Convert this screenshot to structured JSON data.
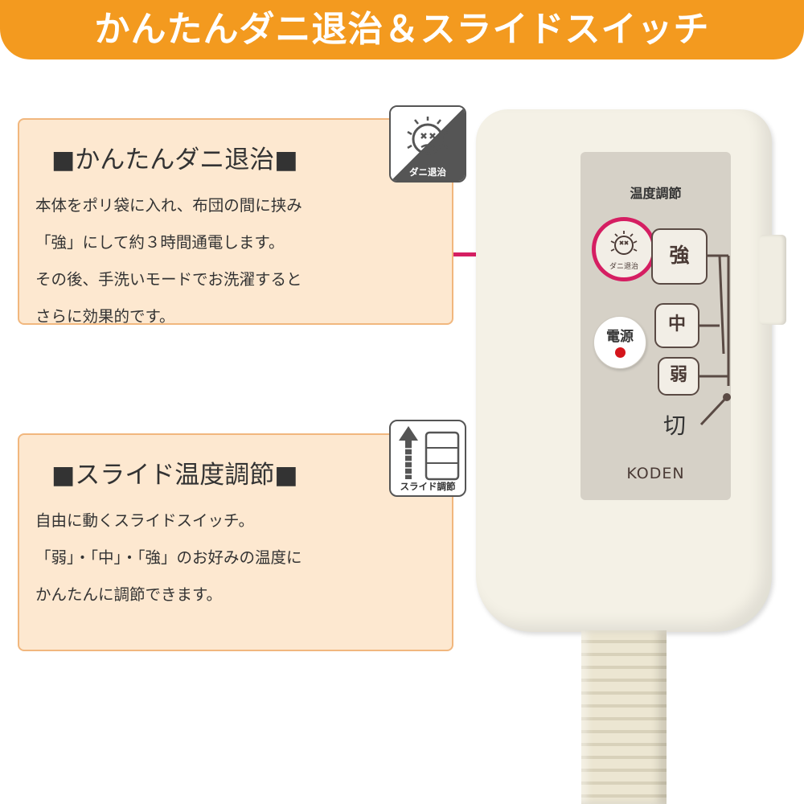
{
  "banner": {
    "title": "かんたんダニ退治＆スライドスイッチ"
  },
  "card1": {
    "title": "■かんたんダニ退治■",
    "lines": [
      "本体をポリ袋に入れ、布団の間に挟み",
      "「強」にして約３時間通電します。",
      "その後、手洗いモードでお洗濯すると",
      "さらに効果的です。"
    ],
    "badge_icon": "mite-icon",
    "badge_label": "ダニ退治"
  },
  "card2": {
    "title": "■スライド温度調節■",
    "lines": [
      "自由に動くスライドスイッチ。",
      "「弱」・「中」・「強」のお好みの温度に",
      "かんたんに調節できます。"
    ],
    "badge_icon": "slider-arrow-icon",
    "badge_label": "スライド調節"
  },
  "remote": {
    "panel_title": "温度調節",
    "mite_label": "ダニ退治",
    "strong": "強",
    "medium": "中",
    "weak": "弱",
    "off": "切",
    "power": "電源",
    "brand": "KODEN"
  },
  "colors": {
    "banner": "#f39a1f",
    "card_bg": "#fde8d0",
    "card_border": "#f1b77e",
    "highlight": "#d51e62",
    "power_dot": "#d4151b"
  }
}
